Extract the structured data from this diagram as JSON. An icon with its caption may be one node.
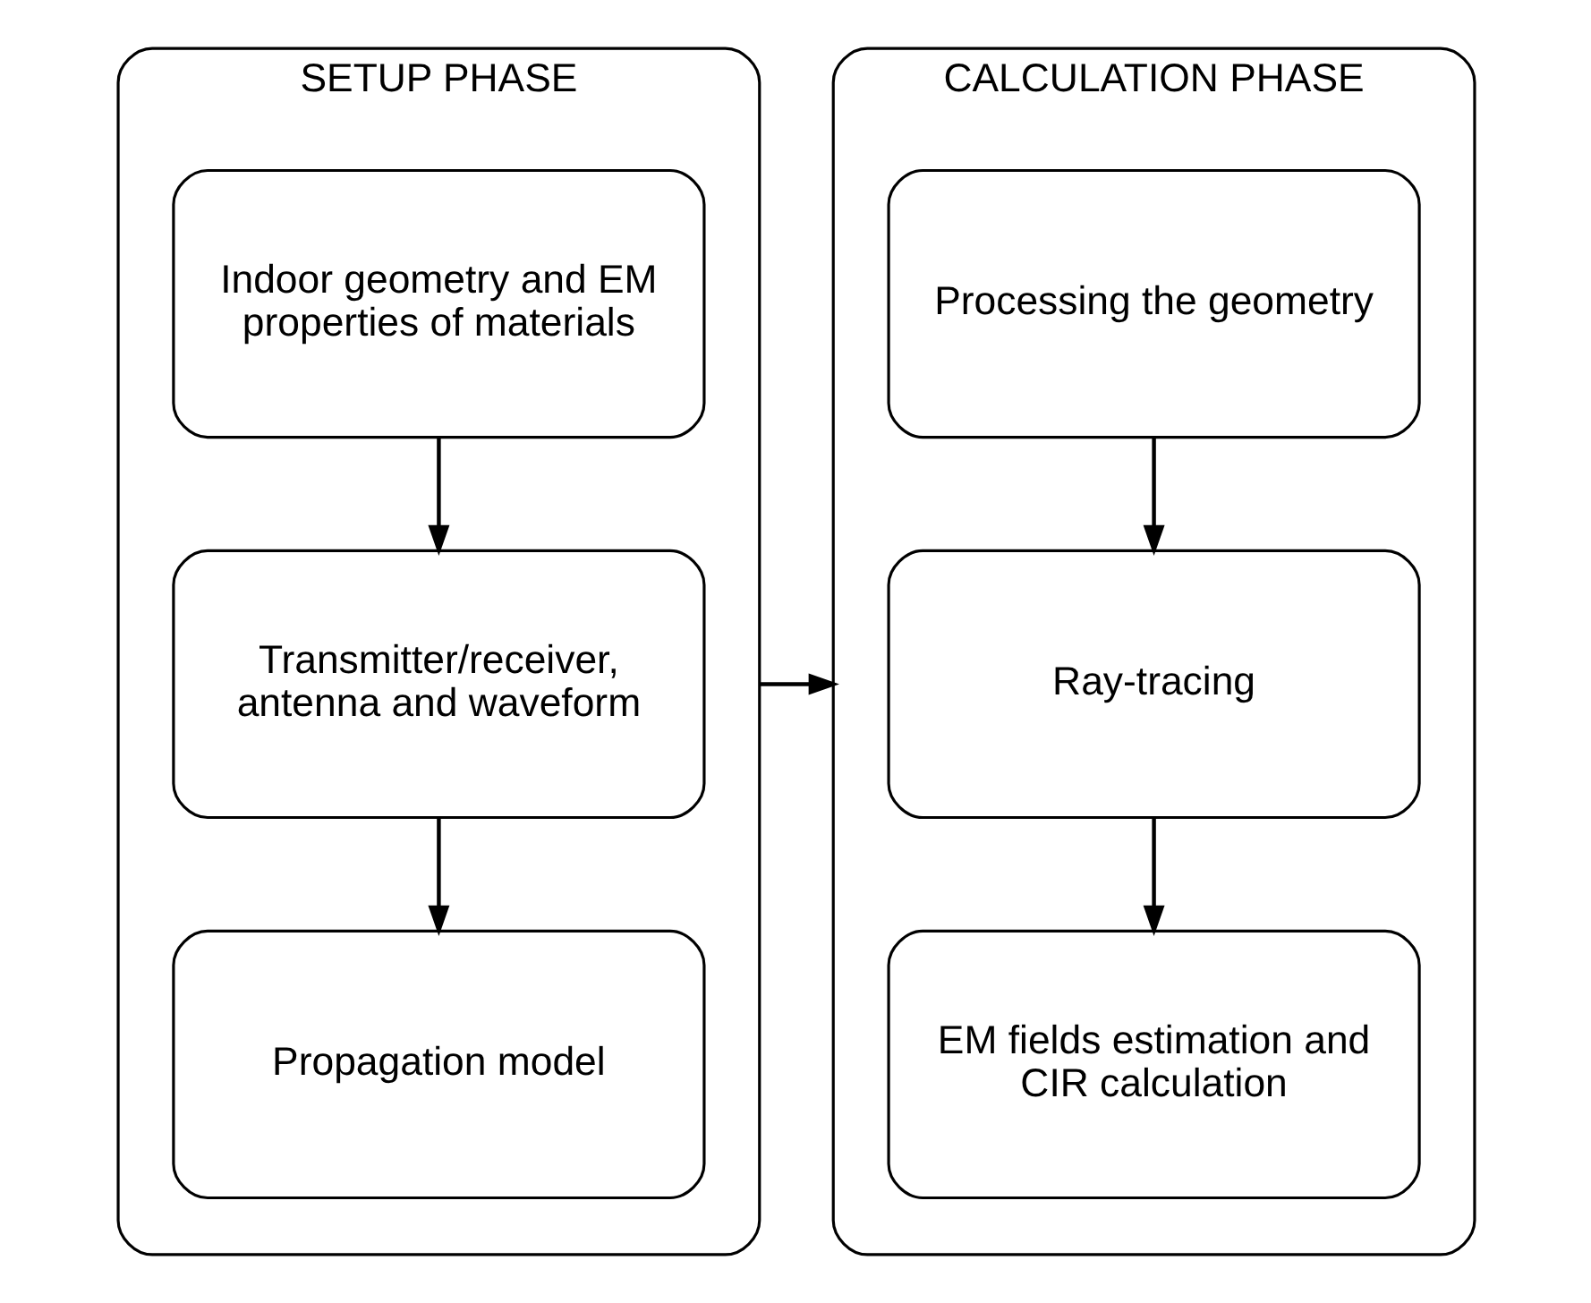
{
  "diagram": {
    "nodes": [
      {
        "text": [
          "SETUP PHASE"
        ]
      },
      {
        "text": [
          "Indoor geometry and EM properties of materials"
        ],
        "in": 0
      },
      {
        "text": [
          "Transmitter/receiver, antenna and waveform"
        ],
        "in": 0
      },
      {
        "text": [
          "Propagation model"
        ],
        "in": 0
      },
      {
        "text": [
          "CALCULATION PHASE"
        ]
      },
      {
        "text": [
          "Processing the geometry"
        ],
        "in": 4
      },
      {
        "text": [
          "Ray-tracing"
        ],
        "in": 4
      },
      {
        "text": [
          "EM fields estimation and CIR calculation"
        ],
        "in": 4
      }
    ],
    "edges": [
      {
        "from": 1,
        "to": 2,
        "arrow": "to"
      },
      {
        "from": 2,
        "to": 3,
        "arrow": "to"
      },
      {
        "from": 0,
        "to": 4,
        "arrow": "to"
      },
      {
        "from": 5,
        "to": 6,
        "arrow": "to"
      },
      {
        "from": 6,
        "to": 7,
        "arrow": "to"
      }
    ]
  }
}
